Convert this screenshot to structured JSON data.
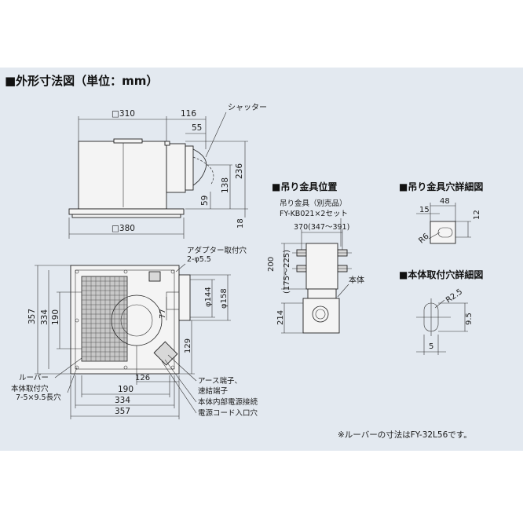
{
  "title": "■外形寸法図（単位：mm）",
  "front_view": {
    "dim_top_width": "□310",
    "dim_116": "116",
    "dim_55": "55",
    "shutter": "シャッター",
    "dim_236": "236",
    "dim_138": "138",
    "dim_59": "59",
    "dim_18": "18",
    "dim_bottom_width": "□380"
  },
  "plan_view": {
    "adapter_hole_label": "アダプター取付穴",
    "adapter_hole_spec": "2-φ5.5",
    "dim_357_left": "357",
    "dim_334_left": "334",
    "dim_190_left": "190",
    "dim_77": "77",
    "dim_144": "φ144",
    "dim_158": "φ158",
    "dim_129": "129",
    "dim_126": "126",
    "dim_190_bottom": "190",
    "dim_334_bottom": "334",
    "dim_357_bottom": "357",
    "louver": "ルーバー",
    "mount_hole_label": "本体取付穴",
    "mount_hole_spec": "7-5×9.5長穴",
    "earth_terminal": "アース端子、",
    "quick_terminal": "速結端子",
    "internal_power": "本体内部電源接続",
    "cord_entry": "電源コード入口穴"
  },
  "hanger_position": {
    "heading": "■吊り金具位置",
    "hanger_label": "吊り金具（別売品）",
    "hanger_model": "FY-KB021×2セット",
    "dim_370": "370(347～391)",
    "dim_200": "200",
    "dim_200_range": "(175～225)",
    "dim_214": "214",
    "body_label": "本体"
  },
  "hanger_hole_detail": {
    "heading": "■吊り金具穴詳細図",
    "dim_48": "48",
    "dim_15": "15",
    "dim_12": "12",
    "dim_r6": "R6"
  },
  "body_hole_detail": {
    "heading": "■本体取付穴詳細図",
    "dim_r25": "R2.5",
    "dim_95": "9.5",
    "dim_5": "5"
  },
  "footnote": "※ルーバーの寸法はFY-32L56です。"
}
